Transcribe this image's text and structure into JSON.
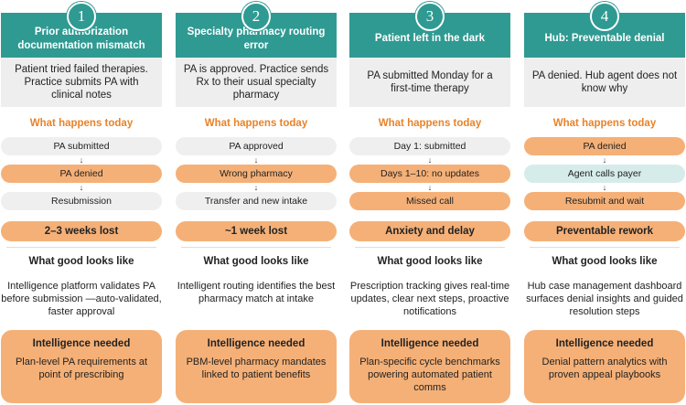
{
  "columns": [
    {
      "number": "1",
      "title": "Prior authorization documentation mismatch",
      "description": "Patient tried failed therapies. Practice submits PA with clinical notes",
      "today_label": "What happens today",
      "steps": [
        {
          "text": "PA submitted",
          "style": "grey"
        },
        {
          "text": "PA denied",
          "style": "orange"
        },
        {
          "text": "Resubmission",
          "style": "grey"
        }
      ],
      "outcome": "2–3 weeks lost",
      "good_label": "What good looks like",
      "good_text": "Intelligence platform validates PA before submission —auto-validated, faster approval",
      "need_label": "Intelligence needed",
      "need_text": "Plan-level PA requirements at point of prescribing"
    },
    {
      "number": "2",
      "title": "Specialty pharmacy routing error",
      "description": "PA is approved. Practice sends Rx to their usual specialty pharmacy",
      "today_label": "What happens today",
      "steps": [
        {
          "text": "PA approved",
          "style": "grey"
        },
        {
          "text": "Wrong pharmacy",
          "style": "orange"
        },
        {
          "text": "Transfer and new intake",
          "style": "grey"
        }
      ],
      "outcome": "~1 week lost",
      "good_label": "What good looks like",
      "good_text": "Intelligent routing identifies the best pharmacy match at intake",
      "need_label": "Intelligence needed",
      "need_text": "PBM-level pharmacy mandates linked to patient benefits"
    },
    {
      "number": "3",
      "title": "Patient left in the dark",
      "description": "PA submitted Monday for a first-time therapy",
      "today_label": "What happens today",
      "steps": [
        {
          "text": "Day 1: submitted",
          "style": "grey"
        },
        {
          "text": "Days 1–10: no updates",
          "style": "orange"
        },
        {
          "text": "Missed call",
          "style": "orange"
        }
      ],
      "outcome": "Anxiety and delay",
      "good_label": "What good looks like",
      "good_text": "Prescription tracking gives real-time updates, clear next steps, proactive notifications",
      "need_label": "Intelligence needed",
      "need_text": "Plan-specific cycle benchmarks powering automated patient comms"
    },
    {
      "number": "4",
      "title": "Hub: Preventable denial",
      "description": "PA denied. Hub agent does not know why",
      "today_label": "What happens today",
      "steps": [
        {
          "text": "PA denied",
          "style": "orange"
        },
        {
          "text": "Agent calls payer",
          "style": "teal"
        },
        {
          "text": "Resubmit and wait",
          "style": "orange"
        }
      ],
      "outcome": "Preventable rework",
      "good_label": "What good looks like",
      "good_text": "Hub case management dashboard surfaces denial insights and guided resolution steps",
      "need_label": "Intelligence needed",
      "need_text": "Denial pattern analytics with proven appeal playbooks"
    }
  ],
  "arrow_glyph": "↓",
  "colors": {
    "teal": "#2f9a92",
    "orange_text": "#e8832a",
    "orange_fill": "#f5b077",
    "grey_fill": "#efefef",
    "teal_light": "#d6ecea"
  }
}
